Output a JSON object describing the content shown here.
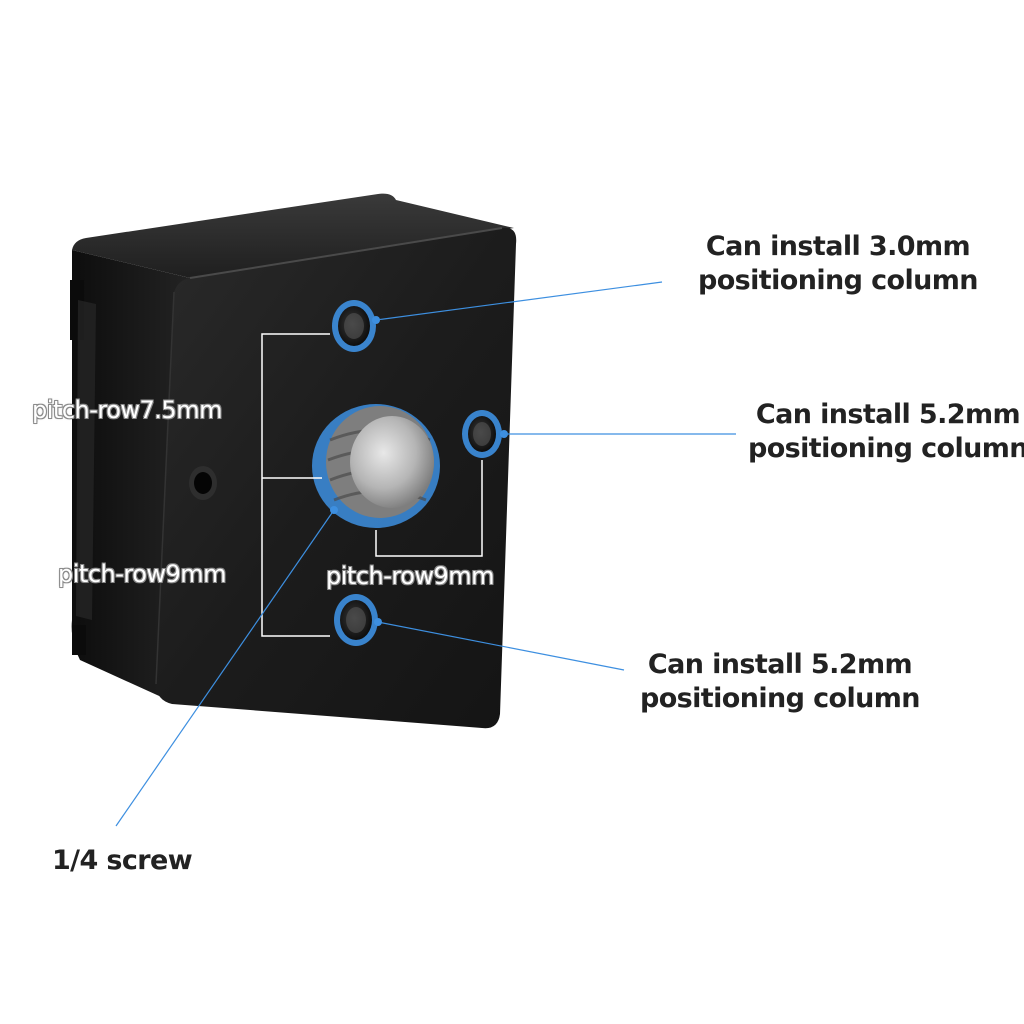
{
  "callouts": {
    "top_hole": {
      "line1": "Can install 3.0mm",
      "line2": "positioning column"
    },
    "right_hole": {
      "line1": "Can install 5.2mm",
      "line2": "positioning column"
    },
    "bottom_hole": {
      "line1": "Can install 5.2mm",
      "line2": "positioning column"
    },
    "screw": {
      "label": "1/4 screw"
    }
  },
  "dimensions": {
    "vertical_upper": "pitch-row7.5mm",
    "vertical_lower": "pitch-row9mm",
    "horizontal": "pitch-row9mm"
  },
  "colors": {
    "accent": "#3d8fe0",
    "plate": "#1b1b1b",
    "text": "#222222"
  }
}
